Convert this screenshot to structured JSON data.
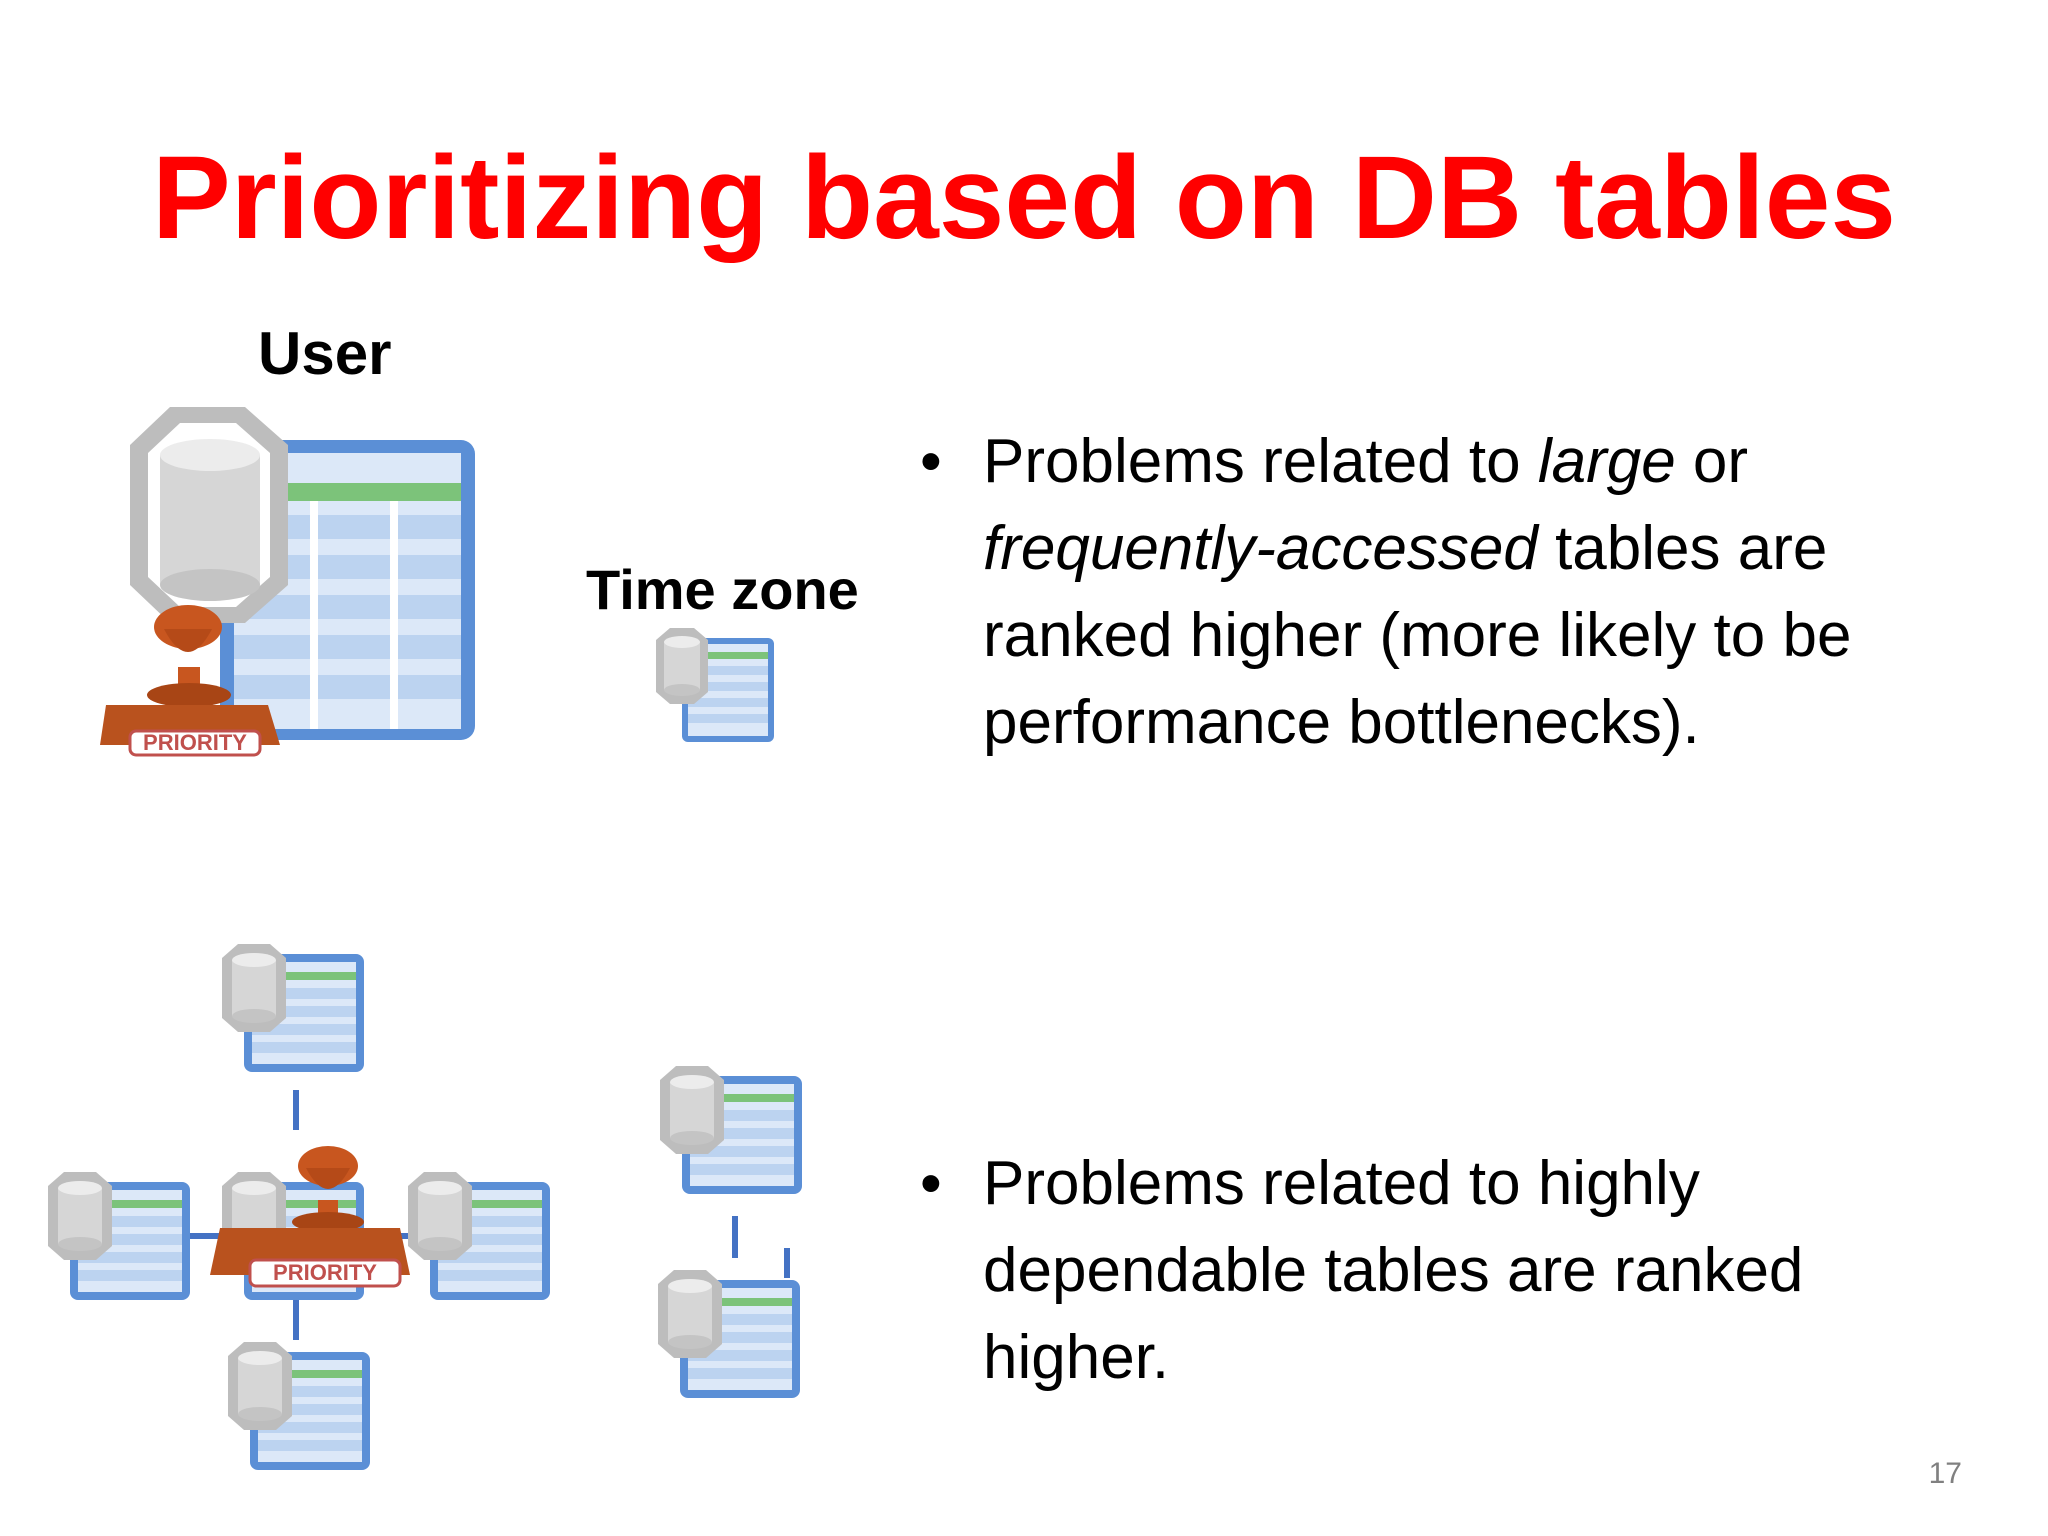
{
  "slide": {
    "title": "Prioritizing based on DB tables",
    "labels": {
      "user": "User",
      "time_zone": "Time zone"
    },
    "bullets": [
      {
        "marker": "•",
        "segments": [
          {
            "text": "Problems related to ",
            "style": "normal"
          },
          {
            "text": "large",
            "style": "italic"
          },
          {
            "text": " or ",
            "style": "normal"
          },
          {
            "text": "frequently-accessed",
            "style": "italic"
          },
          {
            "text": " tables are ranked higher (more likely to be performance bottlenecks).",
            "style": "normal"
          }
        ]
      },
      {
        "marker": "•",
        "segments": [
          {
            "text": "Problems related to highly dependable tables are ranked higher.",
            "style": "normal"
          }
        ]
      }
    ],
    "stamp_text": "PRIORITY",
    "slide_number": "17"
  },
  "colors": {
    "title": "#ff0000",
    "text": "#000000",
    "slide_number": "#808080",
    "table_frame": "#5b8fd6",
    "table_body": "#c9dcf3",
    "table_header_stripe": "#7cc37a",
    "cylinder": "#d9d9d9",
    "stamp": "#c8561f",
    "connector": "#4472c4"
  },
  "icons": [
    "database-table-icon",
    "priority-stamp-icon",
    "connector-line"
  ]
}
